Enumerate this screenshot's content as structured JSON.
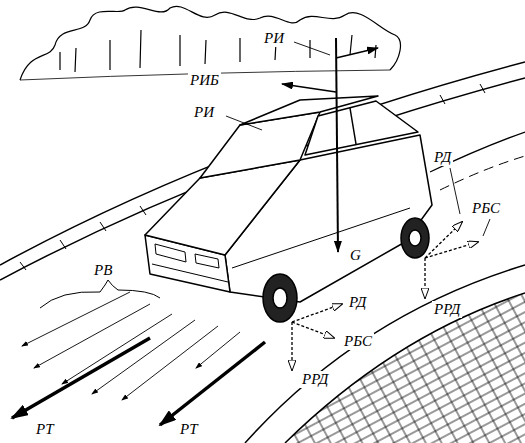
{
  "diagram": {
    "labels": [
      "РИ",
      "РИБ",
      "РИ",
      "РД",
      "РБС",
      "РРД",
      "G",
      "РД",
      "РБС",
      "РРД",
      "РВ",
      "РТ",
      "РТ"
    ]
  }
}
